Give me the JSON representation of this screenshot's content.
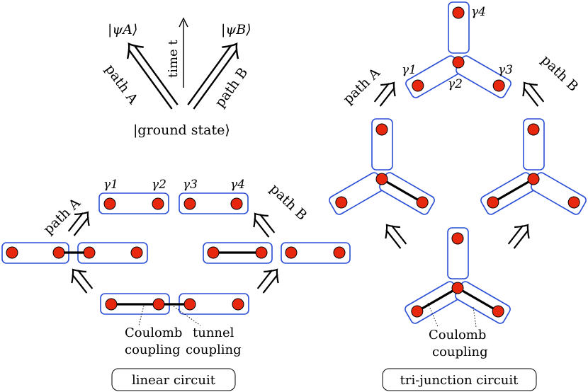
{
  "schematic": {
    "state_a": "|ψA⟩",
    "state_b": "|ψB⟩",
    "time_label": "time t",
    "path_a": "path A",
    "path_b": "path B",
    "ground_state": "|ground state⟩"
  },
  "linear": {
    "gamma1": "γ1",
    "gamma2": "γ2",
    "gamma3": "γ3",
    "gamma4": "γ4",
    "path_a": "path A",
    "path_b": "path B",
    "coulomb_line1": "Coulomb",
    "coulomb_line2": "coupling",
    "tunnel_line1": "tunnel",
    "tunnel_line2": "coupling",
    "caption": "linear  circuit"
  },
  "trijunction": {
    "gamma1": "γ1",
    "gamma2": "γ2",
    "gamma3": "γ3",
    "gamma4": "γ4",
    "path_a": "path A",
    "path_b": "path B",
    "coulomb_line1": "Coulomb",
    "coulomb_line2": "coupling",
    "caption": "tri-junction circuit"
  },
  "colors": {
    "wire_outline": "#2a4fd6",
    "majorana_dot": "#e8280e",
    "coupling_bond": "#000000"
  }
}
